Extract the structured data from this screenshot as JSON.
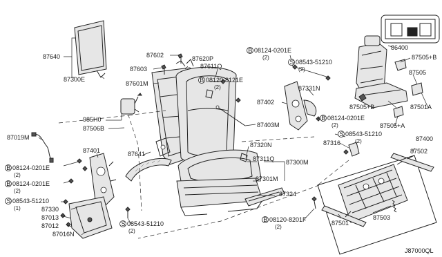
{
  "diagram": {
    "reference_code": "J87000QL"
  },
  "labels": {
    "p87640": "87640",
    "p87300E": "87300E",
    "p87602": "87602",
    "p87620P": "87620P",
    "p87603": "87603",
    "p87611Q": "87611Q",
    "p87601M": "87601M",
    "b08120_8121E": "08120-8121E",
    "b08120_8121E_q": "(2)",
    "b08124_0201E_top": "08124-0201E",
    "b08124_0201E_top_q": "(2)",
    "s08543_51210_top": "08543-51210",
    "s08543_51210_top_q": "(2)",
    "p87331N": "87331N",
    "p87402": "87402",
    "b08124_0201E_mid": "08124-0201E",
    "b08124_0201E_mid_q": "(2)",
    "p86400": "86400",
    "p87505B_top": "87505+B",
    "p87505": "87505",
    "p87505B_mid": "87505+B",
    "p87501A": "87501A",
    "p87505A": "87505+A",
    "p87400": "87400",
    "p985H0": "985H0",
    "p87506B": "87506B",
    "p87403M": "87403M",
    "p87019M": "87019M",
    "p87401": "87401",
    "p87641": "87641",
    "b08124_0201E_left1": "08124-0201E",
    "b08124_0201E_left1_q": "(2)",
    "b08124_0201E_left2": "08124-0201E",
    "b08124_0201E_left2_q": "(2)",
    "s08543_51210_left": "08543-51210",
    "s08543_51210_left_q": "(1)",
    "p87330": "87330",
    "p87013": "87013",
    "p87012": "87012",
    "p87016N": "87016N",
    "s08543_51210_bottom": "08543-51210",
    "s08543_51210_bottom_q": "(2)",
    "p87320N": "87320N",
    "p87311Q": "87311Q",
    "p87300M": "87300M",
    "p87301M": "87301M",
    "s08543_51210_right": "08543-51210",
    "s08543_51210_right_q": "(2)",
    "p87316": "87316",
    "p87502": "87502",
    "p87324": "87324",
    "b08120_8201F": "08120-8201F",
    "b08120_8201F_q": "(2)",
    "p87501": "87501",
    "p87503": "87503"
  },
  "markers": {
    "bolt": "B",
    "screw": "S"
  }
}
